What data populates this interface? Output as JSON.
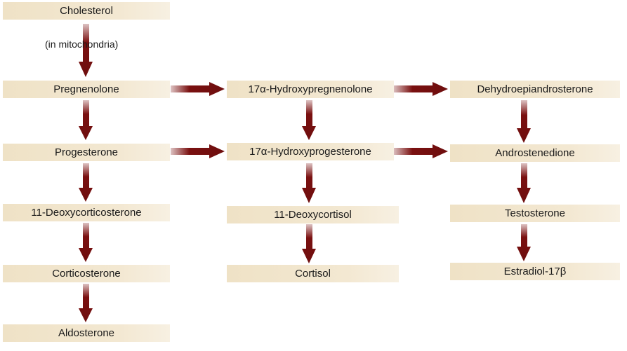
{
  "column_1": {
    "cholesterol": "Cholesterol",
    "mito_note": "(in mitochondria)",
    "pregnenolone": "Pregnenolone",
    "progesterone": "Progesterone",
    "deoxycorticosterone": "11-Deoxycorticosterone",
    "corticosterone": "Corticosterone",
    "aldosterone": "Aldosterone"
  },
  "column_2": {
    "hydroxypregnenolone": "17α-Hydroxypregnenolone",
    "hydroxyprogesterone": "17α-Hydroxyprogesterone",
    "deoxycortisol": "11-Deoxycortisol",
    "cortisol": "Cortisol"
  },
  "column_3": {
    "dhea": "Dehydroepiandrosterone",
    "androstenedione": "Androstenedione",
    "testosterone": "Testosterone",
    "estradiol": "Estradiol-17β"
  },
  "colors": {
    "arrow": "#7a1010",
    "box": "#f1e4ca"
  }
}
